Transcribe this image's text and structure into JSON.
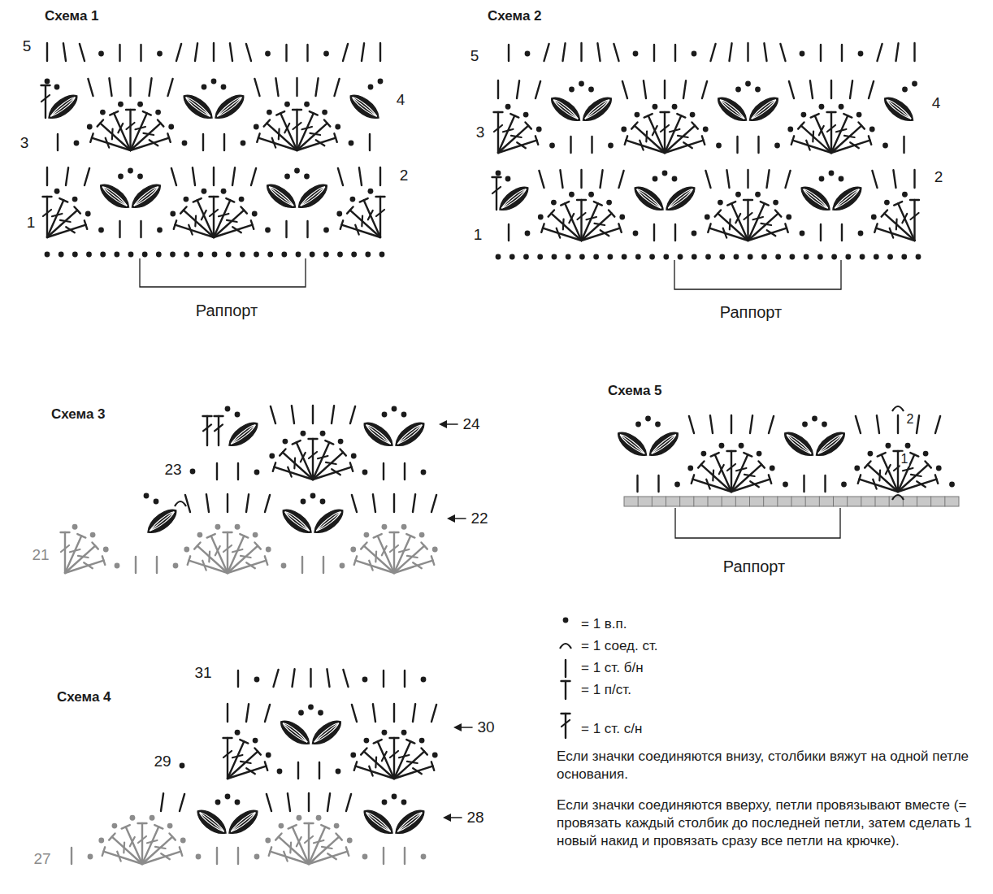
{
  "diagram": {
    "labels": [
      "Схема 1",
      "5",
      "4",
      "3",
      "2",
      "1",
      "Раппорт",
      "Схема 2",
      "5",
      "4",
      "3",
      "2",
      "1",
      "Раппорт",
      "Схема 3",
      "24",
      "23",
      "22",
      "21",
      "Схема 4",
      "31",
      "30",
      "29",
      "28",
      "27",
      "Схема 5",
      "2",
      "1",
      "Раппорт",
      "Если значки соединяются внизу, столбики вяжут на одной петле основания.",
      "Если значки соединяются вверху, петли провязывают вместе (= провязать каждый столбик до последней петли, затем сделать 1 новый накид и провязать сразу все петли на крючке)."
    ],
    "legend": [
      {
        "text": "= 1 в.п."
      },
      {
        "text": "= 1 соед. ст."
      },
      {
        "text": "= 1 ст. б/н"
      },
      {
        "text": "= 1 п/ст."
      },
      {
        "text": "= 1 ст. с/н"
      }
    ]
  }
}
